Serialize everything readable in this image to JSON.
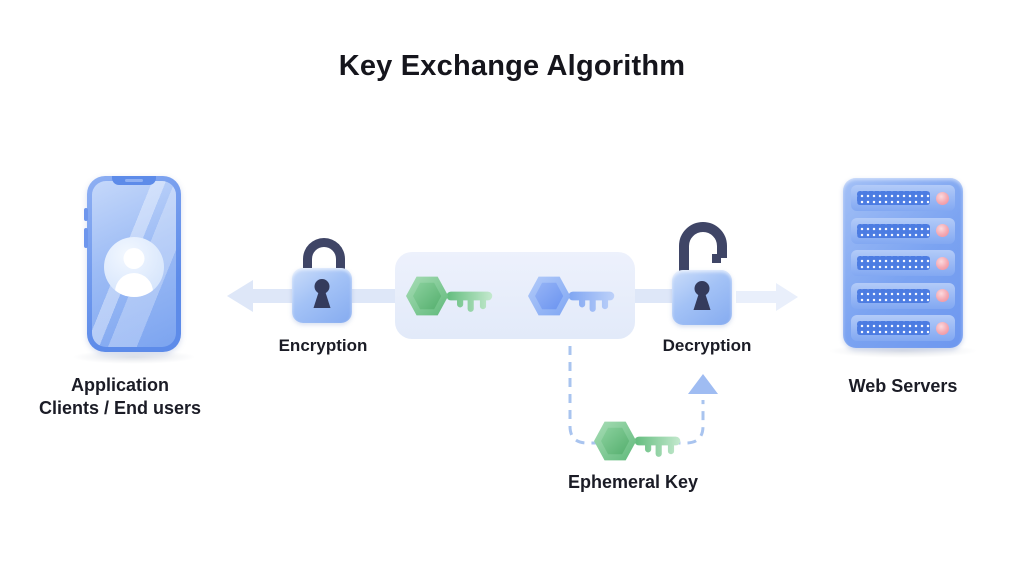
{
  "title": "Key Exchange Algorithm",
  "client": {
    "icon": "smartphone-user-icon",
    "label_line1": "Application",
    "label_line2": "Clients / End users"
  },
  "encryption": {
    "icon": "locked-padlock-icon",
    "label": "Encryption"
  },
  "key_exchange_box": {
    "icons": [
      "green-key-icon",
      "blue-key-icon"
    ]
  },
  "decryption": {
    "icon": "unlocked-padlock-icon",
    "label": "Decryption"
  },
  "web_servers": {
    "icon": "server-rack-icon",
    "label": "Web Servers",
    "rack_units": 5
  },
  "ephemeral_key": {
    "icon": "green-key-icon",
    "label": "Ephemeral Key"
  },
  "flow": {
    "left_arrow_direction": "left",
    "right_arrow_direction": "right",
    "dashed_arrow_direction": "up"
  },
  "colors": {
    "background": "#FFFFFF",
    "title_text": "#15151C",
    "label_text": "#1B1C26",
    "arrow_band": "#DEE7F8",
    "light_arrow": "#E9EFFB",
    "dashed_line": "#A9C4EF",
    "lock_shackle": "#3F4566",
    "lock_body": "#A3C2F6",
    "green_key": "#6FC286",
    "blue_key": "#7FA5F2",
    "device_blue": "#5D8BE9",
    "server_led_pink": "#F0939F"
  }
}
